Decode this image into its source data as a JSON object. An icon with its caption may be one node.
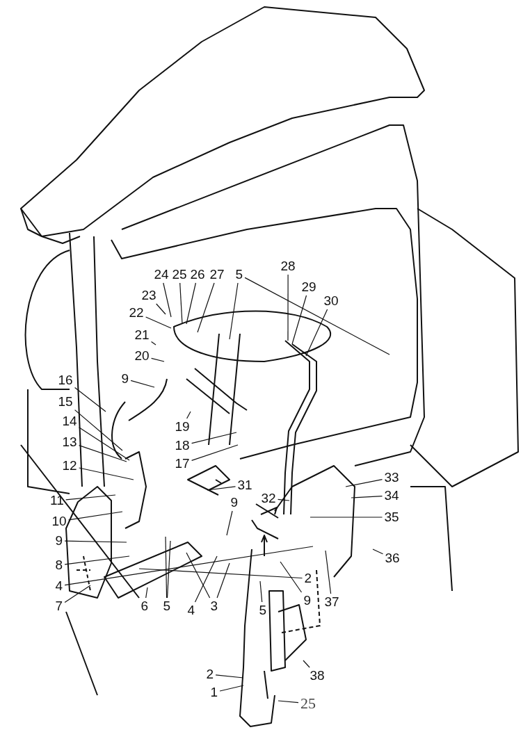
{
  "diagram": {
    "nodes": [
      {
        "text": [
          "28"
        ]
      },
      {
        "text": [
          "24"
        ]
      },
      {
        "text": [
          "25"
        ]
      },
      {
        "text": [
          "26"
        ]
      },
      {
        "text": [
          "27"
        ]
      },
      {
        "text": [
          "5"
        ]
      },
      {
        "text": [
          "29"
        ]
      },
      {
        "text": [
          "30"
        ]
      },
      {
        "text": [
          "23"
        ]
      },
      {
        "text": [
          "22"
        ]
      },
      {
        "text": [
          "21"
        ]
      },
      {
        "text": [
          "20"
        ]
      },
      {
        "text": [
          "16"
        ]
      },
      {
        "text": [
          "9"
        ]
      },
      {
        "text": [
          "15"
        ]
      },
      {
        "text": [
          "14"
        ]
      },
      {
        "text": [
          "19"
        ]
      },
      {
        "text": [
          "18"
        ]
      },
      {
        "text": [
          "13"
        ]
      },
      {
        "text": [
          "17"
        ]
      },
      {
        "text": [
          "12"
        ]
      },
      {
        "text": [
          "33"
        ]
      },
      {
        "text": [
          "31"
        ]
      },
      {
        "text": [
          "34"
        ]
      },
      {
        "text": [
          "32"
        ]
      },
      {
        "text": [
          "11"
        ]
      },
      {
        "text": [
          "9"
        ]
      },
      {
        "text": [
          "35"
        ]
      },
      {
        "text": [
          "10"
        ]
      },
      {
        "text": [
          "9"
        ]
      },
      {
        "text": [
          "36"
        ]
      },
      {
        "text": [
          "8"
        ]
      },
      {
        "text": [
          "4"
        ]
      },
      {
        "text": [
          "2"
        ]
      },
      {
        "text": [
          "9"
        ]
      },
      {
        "text": [
          "37"
        ]
      },
      {
        "text": [
          "7"
        ]
      },
      {
        "text": [
          "6"
        ]
      },
      {
        "text": [
          "5"
        ]
      },
      {
        "text": [
          "4"
        ]
      },
      {
        "text": [
          "3"
        ]
      },
      {
        "text": [
          "5"
        ]
      },
      {
        "text": [
          "38"
        ]
      },
      {
        "text": [
          "2"
        ]
      },
      {
        "text": [
          "1"
        ]
      },
      {
        "text": [
          "25"
        ]
      }
    ],
    "edges": [
      {
        "from": 0,
        "to": null,
        "arrow": "none"
      },
      {
        "from": 1,
        "to": null,
        "arrow": "none"
      },
      {
        "from": 2,
        "to": null,
        "arrow": "none"
      },
      {
        "from": 3,
        "to": null,
        "arrow": "none"
      },
      {
        "from": 4,
        "to": null,
        "arrow": "none"
      },
      {
        "from": 5,
        "to": null,
        "arrow": "none"
      },
      {
        "from": 5,
        "to": null,
        "arrow": "none"
      },
      {
        "from": 6,
        "to": null,
        "arrow": "none"
      },
      {
        "from": 7,
        "to": null,
        "arrow": "none"
      },
      {
        "from": 8,
        "to": null,
        "arrow": "none"
      },
      {
        "from": 9,
        "to": null,
        "arrow": "none"
      },
      {
        "from": 10,
        "to": null,
        "arrow": "none"
      },
      {
        "from": 11,
        "to": null,
        "arrow": "none"
      },
      {
        "from": 12,
        "to": null,
        "arrow": "none"
      },
      {
        "from": 13,
        "to": null,
        "arrow": "none"
      },
      {
        "from": 14,
        "to": null,
        "arrow": "none"
      },
      {
        "from": 15,
        "to": null,
        "arrow": "none"
      },
      {
        "from": 16,
        "to": null,
        "arrow": "none"
      },
      {
        "from": 17,
        "to": null,
        "arrow": "none"
      },
      {
        "from": 18,
        "to": null,
        "arrow": "none"
      },
      {
        "from": 19,
        "to": null,
        "arrow": "none"
      },
      {
        "from": 20,
        "to": null,
        "arrow": "none"
      },
      {
        "from": 21,
        "to": null,
        "arrow": "none"
      },
      {
        "from": 22,
        "to": null,
        "arrow": "none"
      },
      {
        "from": 23,
        "to": null,
        "arrow": "none"
      },
      {
        "from": 24,
        "to": null,
        "arrow": "none"
      },
      {
        "from": 25,
        "to": null,
        "arrow": "none"
      },
      {
        "from": 26,
        "to": null,
        "arrow": "none"
      },
      {
        "from": 27,
        "to": null,
        "arrow": "none"
      },
      {
        "from": 28,
        "to": null,
        "arrow": "none"
      },
      {
        "from": 29,
        "to": null,
        "arrow": "none"
      },
      {
        "from": 30,
        "to": null,
        "arrow": "none"
      },
      {
        "from": 31,
        "to": null,
        "arrow": "none"
      },
      {
        "from": 32,
        "to": null,
        "arrow": "none"
      },
      {
        "from": 33,
        "to": null,
        "arrow": "none"
      },
      {
        "from": 34,
        "to": null,
        "arrow": "none"
      },
      {
        "from": 35,
        "to": null,
        "arrow": "none"
      },
      {
        "from": 36,
        "to": null,
        "arrow": "none"
      },
      {
        "from": 37,
        "to": null,
        "arrow": "none"
      },
      {
        "from": 38,
        "to": null,
        "arrow": "none"
      },
      {
        "from": 38,
        "to": null,
        "arrow": "none"
      },
      {
        "from": 39,
        "to": null,
        "arrow": "none"
      },
      {
        "from": 40,
        "to": null,
        "arrow": "none"
      },
      {
        "from": 40,
        "to": null,
        "arrow": "none"
      },
      {
        "from": 41,
        "to": null,
        "arrow": "none"
      },
      {
        "from": 42,
        "to": null,
        "arrow": "none"
      },
      {
        "from": 43,
        "to": null,
        "arrow": "none"
      },
      {
        "from": 44,
        "to": null,
        "arrow": "none"
      },
      {
        "from": 45,
        "to": null,
        "arrow": "none"
      }
    ]
  }
}
